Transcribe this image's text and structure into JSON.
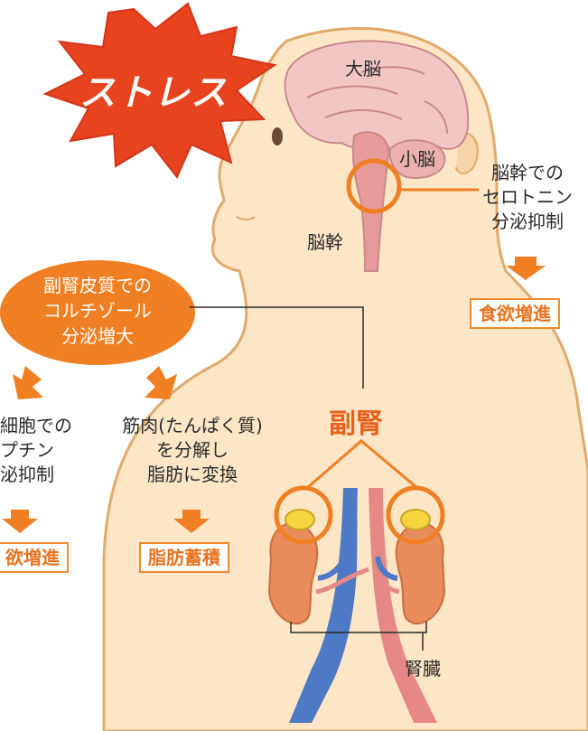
{
  "stress_label": "ストレス",
  "brain": {
    "cerebrum": "大脳",
    "cerebellum": "小脳",
    "brainstem": "脳幹"
  },
  "brainstem_effect": {
    "lines": [
      "脳幹での",
      "セロトニン",
      "分泌抑制"
    ],
    "result": "食欲増進"
  },
  "cortisol": {
    "lines": [
      "副腎皮質での",
      "コルチゾール",
      "分泌増大"
    ]
  },
  "fat_cell_effect": {
    "lines": [
      "細胞での",
      "プチン",
      "泌抑制"
    ],
    "result": "欲増進"
  },
  "muscle_effect": {
    "lines": [
      "筋肉(たんぱく質)",
      "を分解し",
      "脂肪に変換"
    ],
    "result": "脂肪蓄積"
  },
  "adrenal_label": "副腎",
  "kidney_label": "腎臓",
  "colors": {
    "skin": "#fce6c5",
    "outline": "#e2a96c",
    "accent_orange": "#ef7f22",
    "stress_red": "#e8431f",
    "brain_pink": "#f3c6c6",
    "artery": "#e58886",
    "vein": "#4d79c5",
    "kidney": "#e98c5c",
    "adrenal": "#f5d63f"
  }
}
